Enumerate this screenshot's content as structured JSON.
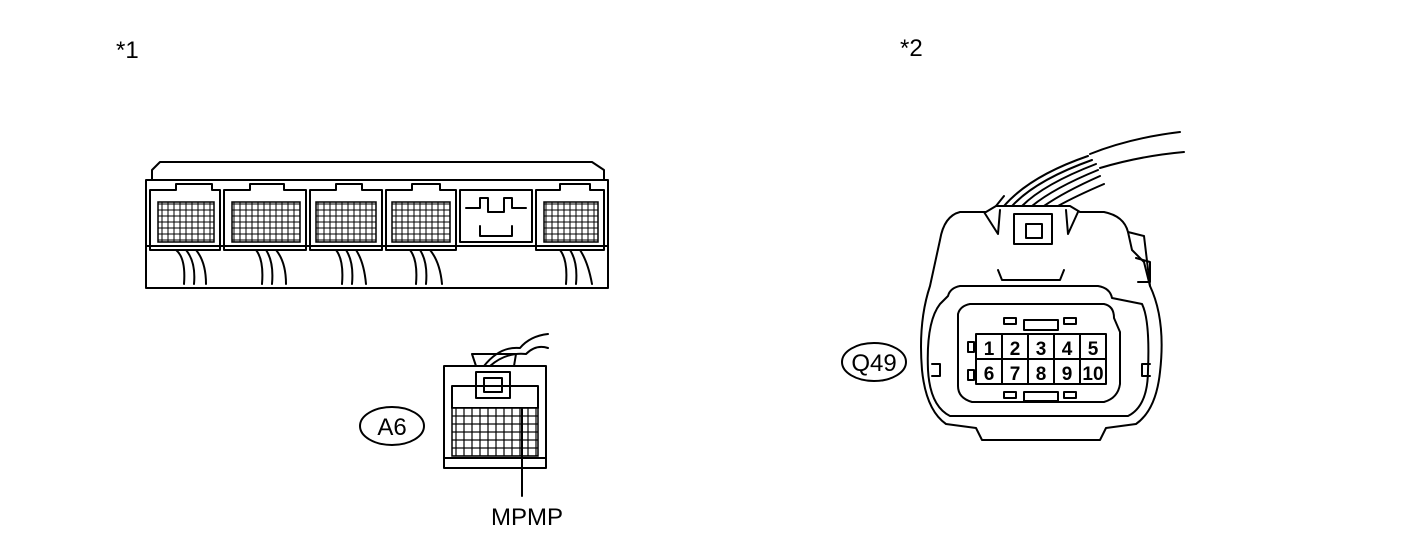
{
  "labels": {
    "view1": "*1",
    "view2": "*2",
    "connector_a": "A6",
    "connector_b": "Q49",
    "terminal": "MPMP"
  },
  "q49_pins": {
    "row1": [
      "1",
      "2",
      "3",
      "4",
      "5"
    ],
    "row2": [
      "6",
      "7",
      "8",
      "9",
      "10"
    ]
  }
}
